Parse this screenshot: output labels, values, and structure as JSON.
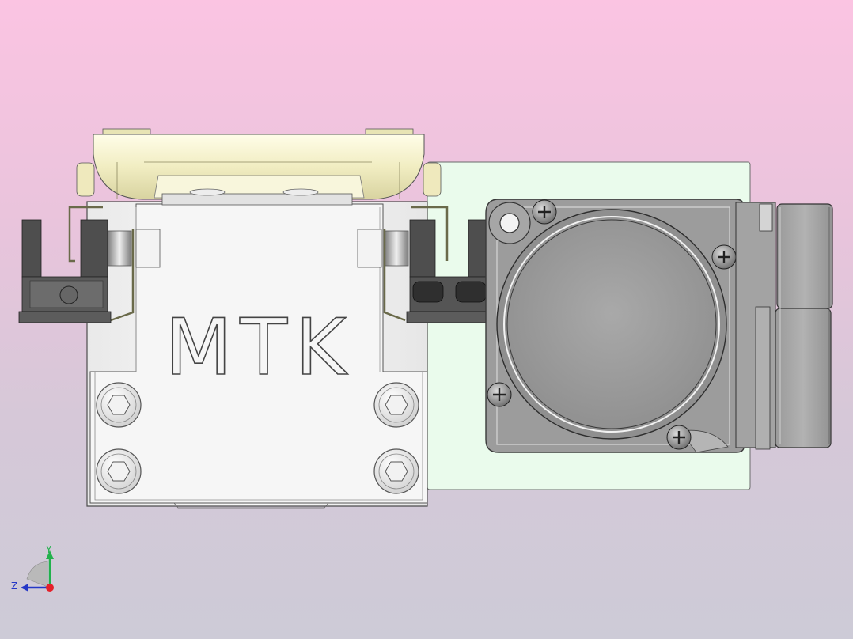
{
  "part": {
    "engraving": "MTK"
  },
  "triad": {
    "y_label": "Y",
    "z_label": "Z",
    "x_color": "#e5202a",
    "y_color": "#22b14c",
    "z_color": "#2537c7"
  },
  "colors": {
    "background_top": "#fbc4e2",
    "background_bottom": "#cdcbd7",
    "plate": "#eafbec",
    "cover": "#f2efc5",
    "body_metal": "#f4f4f4",
    "motor_gray": "#a0a0a0",
    "sensor_dark": "#4a4a4a"
  }
}
